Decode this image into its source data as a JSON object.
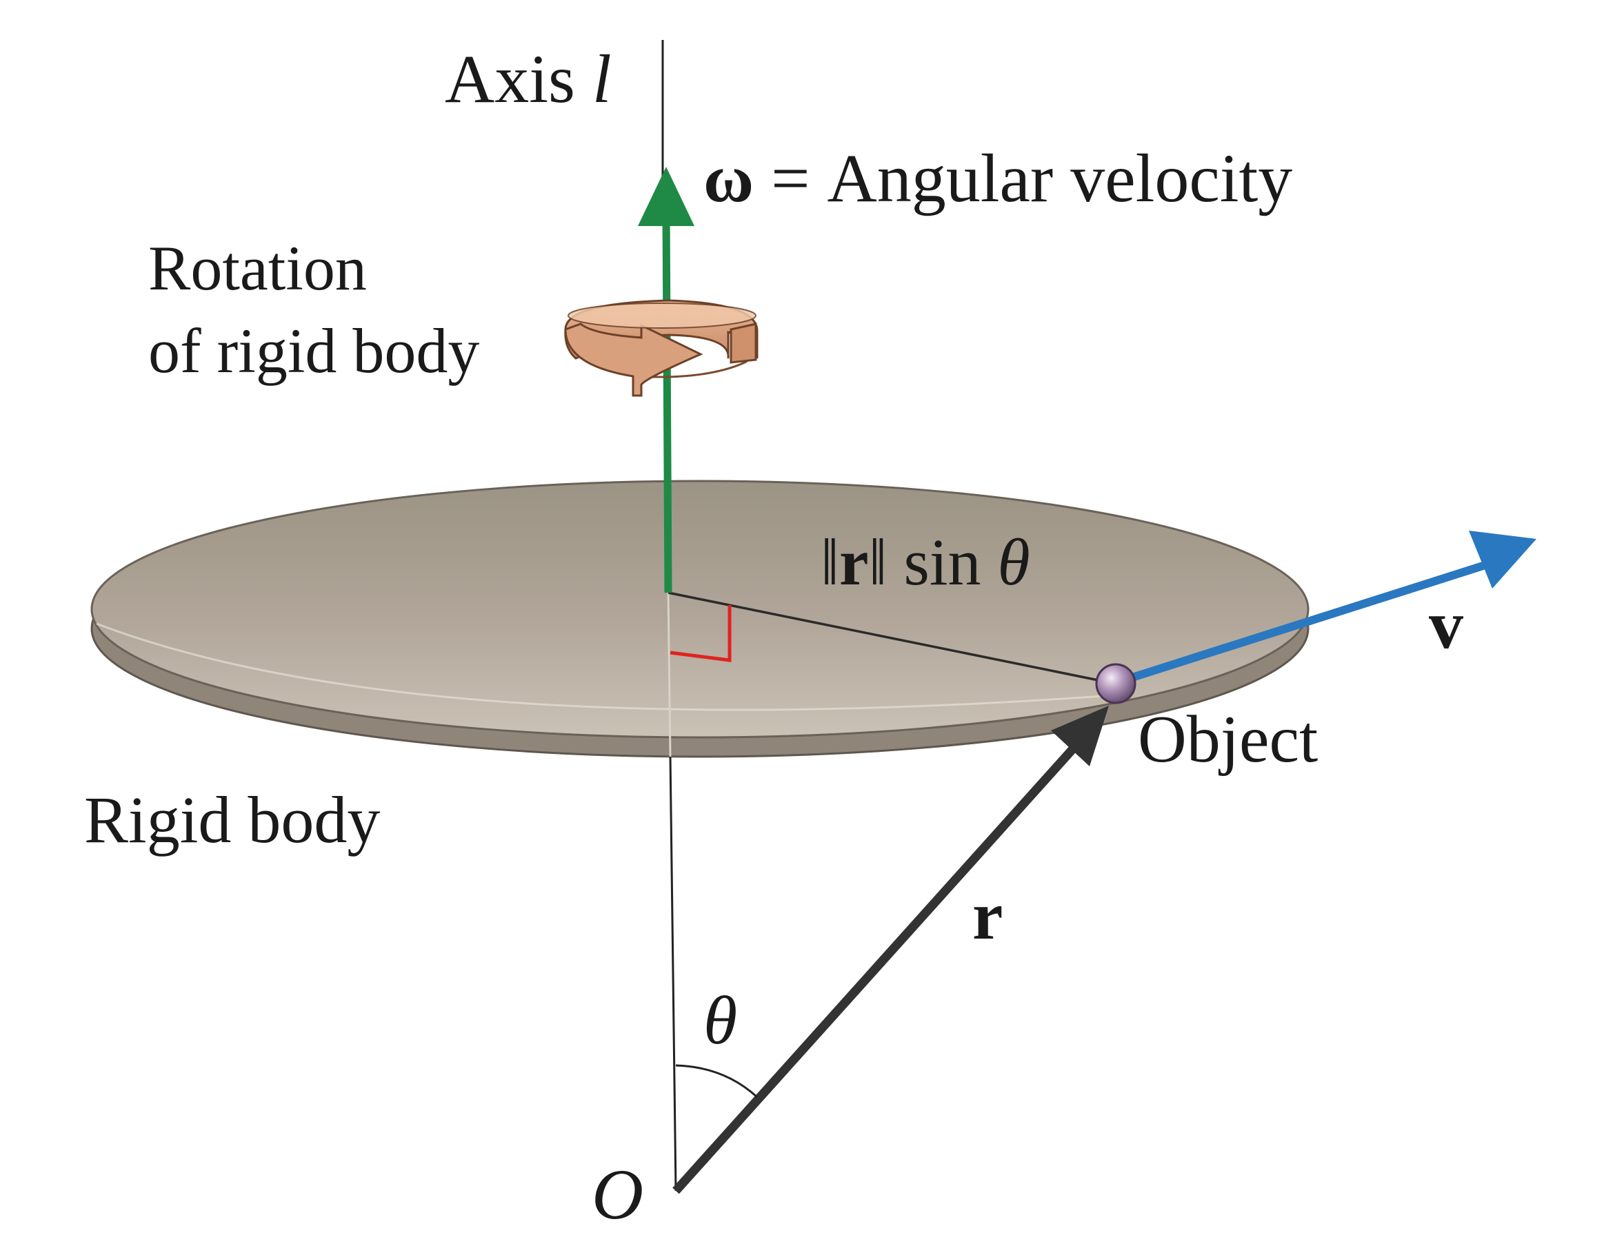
{
  "labels": {
    "axis_word": "Axis",
    "axis_symbol": "l",
    "omega_symbol": "ω",
    "omega_text": " = Angular velocity",
    "rotation_line1": "Rotation",
    "rotation_line2": "of rigid body",
    "norm_open": "‖",
    "norm_r": "r",
    "norm_close": "‖ sin ",
    "norm_theta": "θ",
    "velocity": "v",
    "object": "Object",
    "rigid_body": "Rigid body",
    "position_vector": "r",
    "angle": "θ",
    "origin": "O"
  },
  "colors": {
    "angular_velocity_arrow": "#1e8a45",
    "velocity_arrow": "#2a78c0",
    "position_arrow": "#333333",
    "disc_top": "#b3a89a",
    "disc_edge": "#8a7f73",
    "right_angle_marker": "#e0231f",
    "rotation_arrow": "#d9a07e",
    "object_sphere": "#9a7aa5"
  }
}
